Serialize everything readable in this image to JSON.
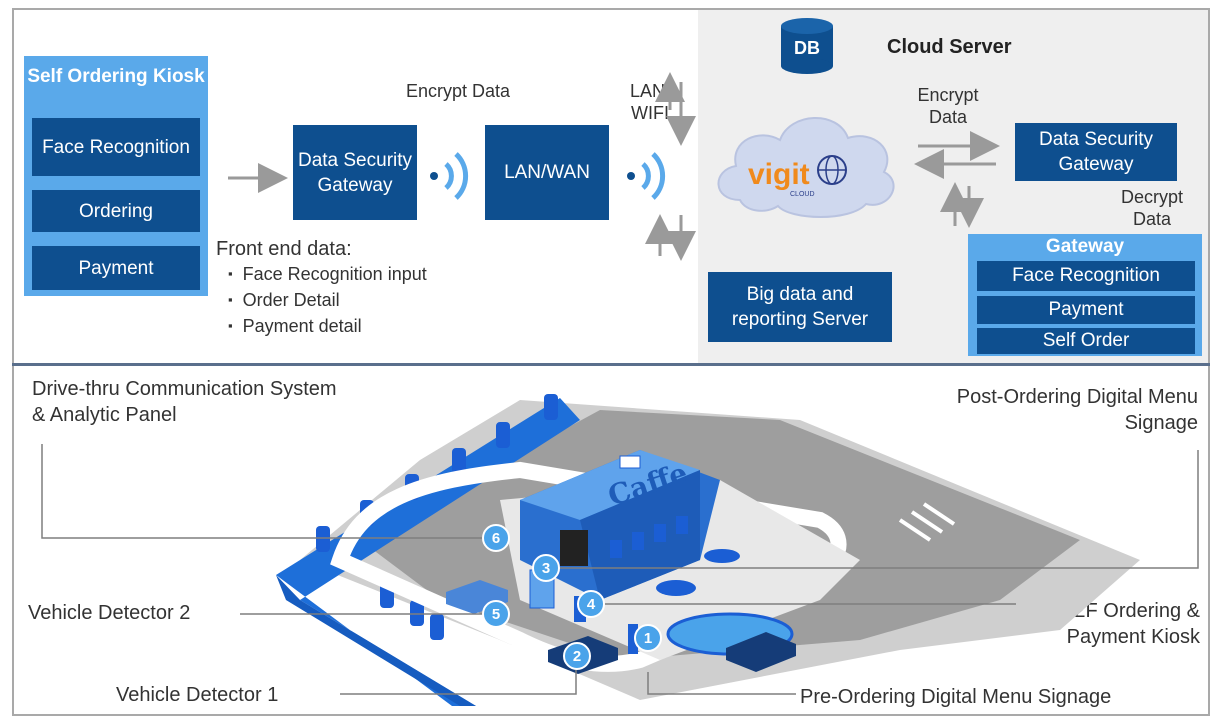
{
  "kiosk": {
    "title": "Self Ordering Kiosk",
    "items": [
      "Face Recognition",
      "Ordering",
      "Payment"
    ]
  },
  "flow": {
    "encrypt_left": "Encrypt Data",
    "gateway_left": "Data Security Gateway",
    "lanwan": "LAN/WAN",
    "lan_wifi": "LAN/ WIFI",
    "front_end_title": "Front end data:",
    "front_end_items": [
      "Face Recognition input",
      "Order Detail",
      "Payment detail"
    ]
  },
  "cloud": {
    "db_label": "DB",
    "title": "Cloud Server",
    "logo_text": "vigit",
    "logo_sub": "CLOUD",
    "encrypt_right": "Encrypt Data",
    "gateway_right": "Data Security Gateway",
    "decrypt": "Decrypt Data",
    "bigdata": "Big data and reporting Server",
    "gateway_title": "Gateway",
    "gateway_items": [
      "Face Recognition",
      "Payment",
      "Self Order"
    ]
  },
  "bottom": {
    "drive_thru": "Drive-thru Communication System & Analytic Panel",
    "post_ordering": "Post-Ordering Digital Menu Signage",
    "vehicle2": "Vehicle Detector 2",
    "vehicle1": "Vehicle Detector 1",
    "f2f": "F2F Ordering & Payment Kiosk",
    "preordering": "Pre-Ordering Digital Menu Signage",
    "cafe_sign": "Caffe",
    "markers": [
      "1",
      "2",
      "3",
      "4",
      "5",
      "6"
    ]
  },
  "colors": {
    "dark_blue": "#0e4f8f",
    "light_blue": "#5aa9ea",
    "marker_blue": "#4aa3ea",
    "panel_gray": "#efefef"
  }
}
